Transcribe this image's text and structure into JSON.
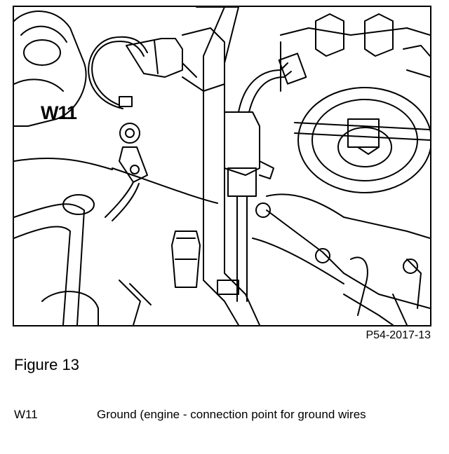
{
  "illustration": {
    "callout_label": "W11",
    "figure_ref": "P54-2017-13"
  },
  "caption": "Figure 13",
  "legend": [
    {
      "key": "W11",
      "description": "Ground (engine - connection point for ground wires"
    }
  ]
}
